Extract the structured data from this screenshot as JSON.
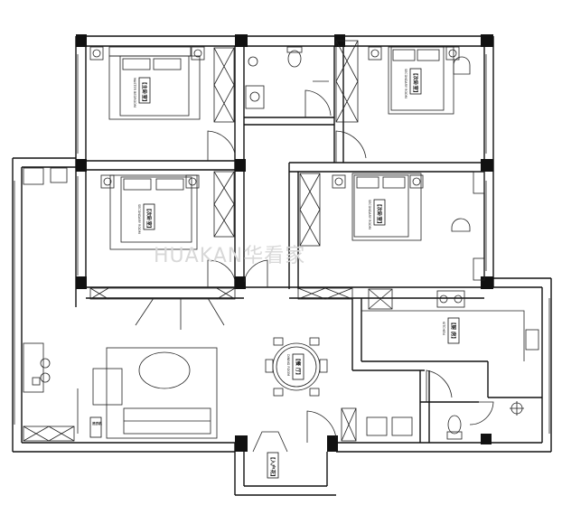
{
  "rooms": {
    "master_bedroom": {
      "label": "【主卧室】",
      "sub": "MASTER BEDROOM"
    },
    "second_bedroom_top": {
      "label": "【次卧室】",
      "sub": "SECONDARY ROOM"
    },
    "second_bedroom_left": {
      "label": "【次卧室】",
      "sub": "SECONDARY ROOM"
    },
    "second_bedroom_mid": {
      "label": "【次卧室】",
      "sub": "SECONDARY ROOM"
    },
    "dining": {
      "label": "【餐 厅】",
      "sub": "DINING ROOM"
    },
    "kitchen": {
      "label": "【厨 房】",
      "sub": "KITCHEN"
    },
    "entrance": {
      "label": "【入户花】"
    },
    "laundry_tag": {
      "label": "洗衣机"
    }
  },
  "watermark": "HUAKAN华看家"
}
